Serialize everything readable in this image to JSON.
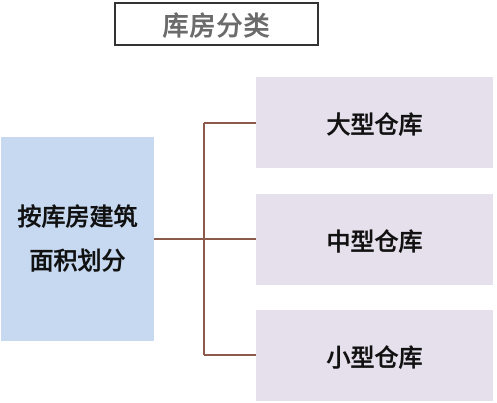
{
  "title": "库房分类",
  "root": {
    "lines": [
      "按库房建筑",
      "面积划分"
    ]
  },
  "children": [
    {
      "label": "大型仓库"
    },
    {
      "label": "中型仓库"
    },
    {
      "label": "小型仓库"
    }
  ],
  "colors": {
    "root_fill": "#c6d9f1",
    "child_fill": "#e6e0ec",
    "connector": "#8b5a4a",
    "title_text": "#6b6b6b",
    "title_border": "#333333"
  }
}
